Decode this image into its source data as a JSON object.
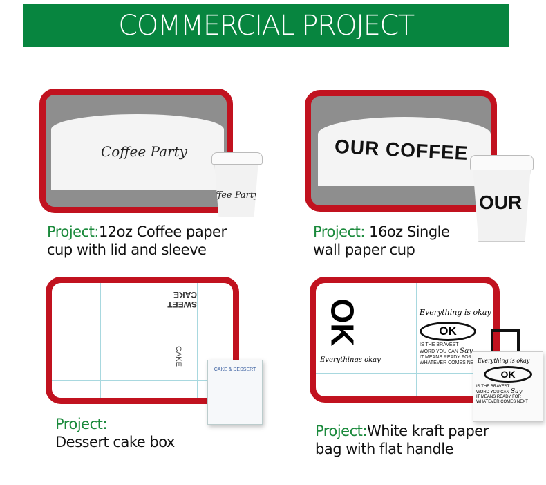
{
  "header": {
    "title": "COMMERCIAL PROJECT",
    "color": "#07853f"
  },
  "frame_color": "#c1121f",
  "projects": [
    {
      "prefix": "Project:",
      "line1": "12oz Coffee paper",
      "line2": "cup with lid and sleeve",
      "art": {
        "text": "Coffee Party",
        "cup_text": "ffee Party"
      }
    },
    {
      "prefix": "Project:",
      "line1": " 16oz Single",
      "line2": "wall paper cup",
      "art": {
        "text": "OUR COFFEE",
        "cup_text": "OUR"
      }
    },
    {
      "prefix": "Project:",
      "line1": "",
      "line2": "Dessert cake box",
      "art": {
        "text": "SWEET CAKE",
        "side_text": "CAKE",
        "box_text": "CAKE & DESSERT"
      }
    },
    {
      "prefix": "Project:",
      "line1": "White kraft paper",
      "line2": "bag with flat handle",
      "art": {
        "script": "Everything is okay",
        "logo": "OK",
        "line_a": "IS THE BRAVEST",
        "line_b": "WORD YOU CAN",
        "say": "Say",
        "line_c": "IT MEANS READY FOR",
        "line_d": "WHATEVER COMES NEXT",
        "side": "Everythings okay"
      }
    }
  ]
}
